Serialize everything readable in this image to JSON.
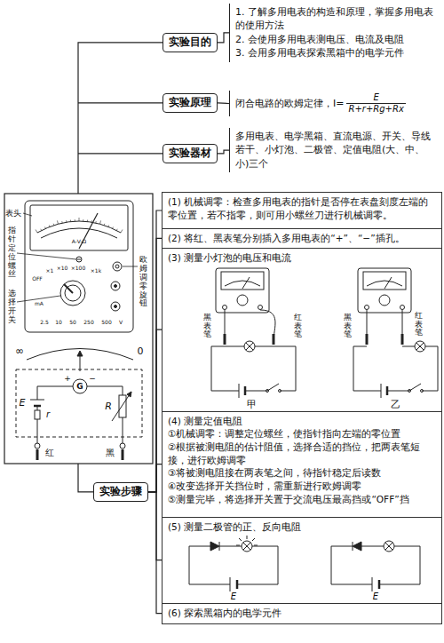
{
  "diagram": {
    "nodes": [
      {
        "text": [
          "实验目的"
        ]
      },
      {
        "text": [
          "1. 了解多用电表的构造和原理，掌握多用电表的使用方法",
          "2. 会使用多用电表测电压、电流及电阻",
          "3. 会用多用电表探索黑箱中的电学元件"
        ]
      },
      {
        "text": [
          "实验原理"
        ]
      },
      {
        "text": [
          "闭合电路的欧姆定律，I=",
          "E",
          "R+r+Rg+Rx"
        ]
      },
      {
        "text": [
          "实验器材"
        ]
      },
      {
        "text": [
          "多用电表、电学黑箱、直流电源、开关、导线若干、小灯泡、二极管、定值电阻(大、中、小)三个"
        ]
      },
      {
        "text": [
          "实验步骤"
        ]
      },
      {
        "text": [
          "(1) 机械调零：检查多用电表的指针是否停在表盘刻度左端的零位置，若不指零，则可用小螺丝刀进行机械调零。"
        ]
      },
      {
        "text": [
          "(2) 将红、黑表笔分别插入多用电表的“+”、“−”插孔。"
        ]
      },
      {
        "text": [
          "(3) 测量小灯泡的电压和电流"
        ]
      },
      {
        "text": [
          "(4) 测量定值电阻",
          "①机械调零：调整定位螺丝，使指针指向左端的零位置",
          "②根据被测电阻的估计阻值，选择合适的挡位，把两表笔短接，进行欧姆调零",
          "③将被测电阻接在两表笔之间，待指针稳定后读数",
          "④改变选择开关挡位时，需重新进行欧姆调零",
          "⑤测量完毕，将选择开关置于交流电压最高挡或“OFF”挡"
        ]
      },
      {
        "text": [
          "(5) 测量二极管的正、反向电阻"
        ]
      },
      {
        "text": [
          "(6) 探索黑箱内的电学元件"
        ]
      }
    ],
    "edges": [
      {
        "from": 0,
        "to": 1,
        "arrow": "none"
      },
      {
        "from": 2,
        "to": 3,
        "arrow": "none"
      },
      {
        "from": 4,
        "to": 5,
        "arrow": "none"
      },
      {
        "from": 6,
        "to": 7,
        "arrow": "none"
      },
      {
        "from": 6,
        "to": 8,
        "arrow": "none"
      },
      {
        "from": 6,
        "to": 9,
        "arrow": "none"
      },
      {
        "from": 6,
        "to": 10,
        "arrow": "none"
      },
      {
        "from": 6,
        "to": 11,
        "arrow": "none"
      },
      {
        "from": 6,
        "to": 12,
        "arrow": "none"
      }
    ],
    "labels": [
      "表头",
      "指针定位螺丝",
      "选择开关",
      "欧姆调零旋钮",
      "A-V-Ω",
      "OFF",
      "×1",
      "×10",
      "×100",
      "×1k",
      "mA",
      "2.5",
      "10",
      "50",
      "250",
      "500",
      "V",
      "∞",
      "0",
      "+",
      "−",
      "G",
      "E",
      "r",
      "R",
      "红",
      "黑",
      "黑表笔",
      "红表笔",
      "甲",
      "黑表笔",
      "红表笔",
      "乙",
      "E",
      "E"
    ]
  }
}
